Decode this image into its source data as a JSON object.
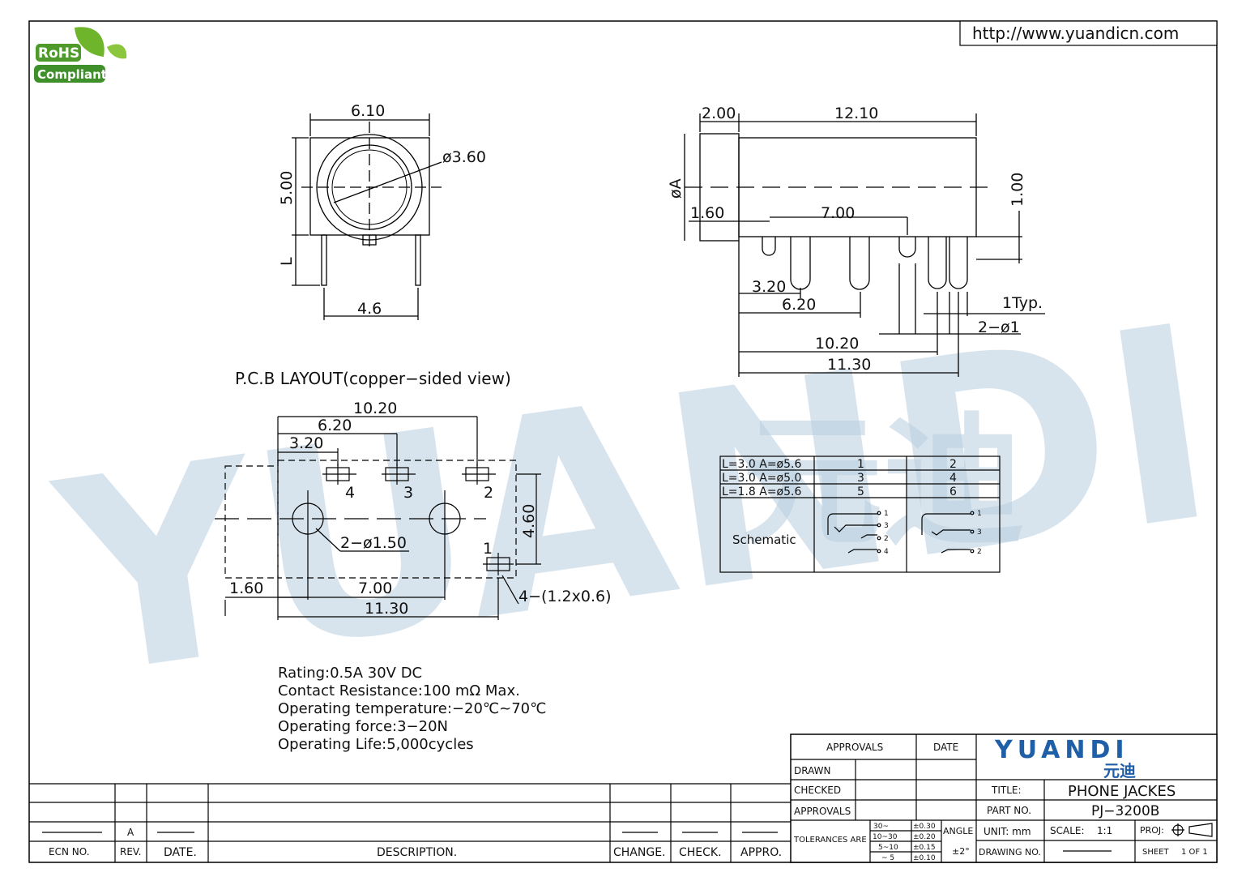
{
  "url": "http://www.yuandicn.com",
  "rohs": {
    "line1": "RoHS",
    "line2": "Compliant"
  },
  "watermark": {
    "latin": "YUANDI",
    "cjk": "元迪"
  },
  "front_view": {
    "width": "6.10",
    "height": "5.00",
    "diameter": "ø3.60",
    "pin_len": "L",
    "pin_span": "4.6"
  },
  "side_view": {
    "d1": "2.00",
    "d2": "12.10",
    "phiA": "øA",
    "d3": "1.00",
    "d4": "1.60",
    "d5": "7.00",
    "d6": "3.20",
    "d7": "6.20",
    "d8": "1Typ.",
    "d9": "2−ø1",
    "d10": "10.20",
    "d11": "11.30"
  },
  "pcb": {
    "title": "P.C.B LAYOUT(copper−sided view)",
    "d_top": "10.20",
    "d_mid": "6.20",
    "d_low": "3.20",
    "height": "4.60",
    "holes": "2−ø1.50",
    "pads": "4−(1.2x0.6)",
    "d_left": "1.60",
    "d_pitch": "7.00",
    "d_total": "11.30",
    "pin_labels": [
      "4",
      "3",
      "2",
      "1"
    ]
  },
  "variant_table": {
    "rows": [
      [
        "L=3.0  A=ø5.6",
        "1",
        "2"
      ],
      [
        "L=3.0  A=ø5.0",
        "3",
        "4"
      ],
      [
        "L=1.8  A=ø5.6",
        "5",
        "6"
      ]
    ],
    "schematic_label": "Schematic",
    "left_pins": [
      "1",
      "3",
      "2",
      "4"
    ],
    "right_pins": [
      "1",
      "3",
      "2"
    ]
  },
  "specs": [
    "Rating:0.5A  30V  DC",
    "Contact  Resistance:100  mΩ  Max.",
    "Operating  temperature:−20℃~70℃",
    "Operating  force:3−20N",
    "Operating  Life:5,000cycles"
  ],
  "revision_block": {
    "rev": "A",
    "headers": [
      "ECN  NO.",
      "REV.",
      "DATE.",
      "DESCRIPTION.",
      "CHANGE.",
      "CHECK.",
      "APPRO."
    ]
  },
  "title_block": {
    "approvals": "APPROVALS",
    "date": "DATE",
    "drawn": "DRAWN",
    "checked": "CHECKED",
    "approvals2": "APPROVALS",
    "tolerances": "TOLERANCES  ARE",
    "tol_ranges": [
      "30~",
      "10~30",
      "5~10",
      "~ 5"
    ],
    "tol_values": [
      "±0.30",
      "±0.20",
      "±0.15",
      "±0.10"
    ],
    "angle": "ANGLE",
    "angle_val": "±2°",
    "brand": "YUANDI",
    "brand_cjk": "元迪",
    "title_label": "TITLE:",
    "title": "PHONE  JACKES",
    "part_label": "PART  NO.",
    "part": "PJ−3200B",
    "unit": "UNIT:  mm",
    "scale_label": "SCALE:",
    "scale": "1:1",
    "proj": "PROJ:",
    "drawing_no": "DRAWING  NO.",
    "sheet": "SHEET",
    "sheet_val": "1  OF  1"
  }
}
